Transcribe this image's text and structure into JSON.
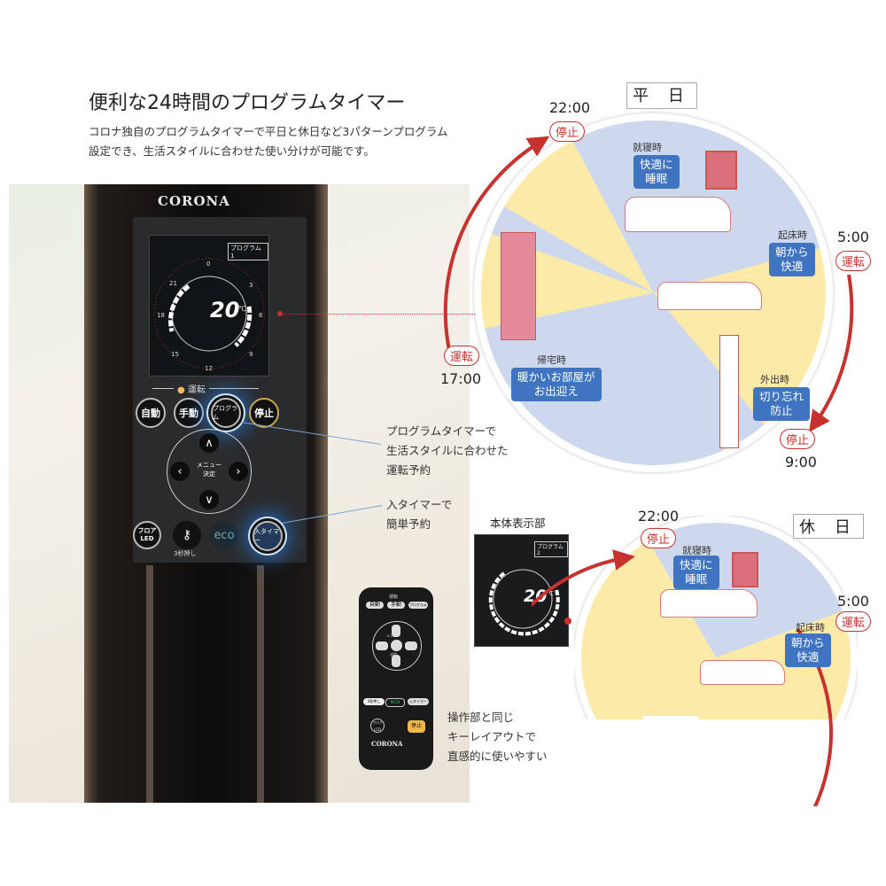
{
  "header": {
    "title": "便利な24時間のプログラムタイマー",
    "desc_line1": "コロナ独自のプログラムタイマーで平日と休日など3パターンプログラム",
    "desc_line2": "設定でき、生活スタイルに合わせた使い分けが可能です。"
  },
  "unit": {
    "brand": "CORONA",
    "display": {
      "program_label": "プログラム 1",
      "temperature": "20",
      "unit": "℃",
      "hours": [
        "0",
        "3",
        "6",
        "9",
        "12",
        "15",
        "18",
        "21"
      ]
    },
    "run_label": "運転",
    "buttons": {
      "auto": "自動",
      "manual": "手動",
      "program": "プログラム",
      "stop": "停止",
      "menu": "メニュー",
      "decide": "決定",
      "floor_led": "フロアLED",
      "eco": "eco",
      "timer": "入タイマー",
      "key_hold": "3秒押し"
    }
  },
  "notes": {
    "program_line1": "プログラムタイマーで",
    "program_line2": "生活スタイルに合わせた",
    "program_line3": "運転予約",
    "timer_line1": "入タイマーで",
    "timer_line2": "簡単予約",
    "remote_line1": "操作部と同じ",
    "remote_line2": "キーレイアウトで",
    "remote_line3": "直感的に使いやすい"
  },
  "remote": {
    "run": "運転",
    "auto": "自動",
    "manual": "手動",
    "program": "プログラム",
    "menu": "メニュー",
    "decide": "決定",
    "key_hold": "3秒押し",
    "eco": "eco",
    "timer": "入タイマー",
    "floor_led": "フロアLED",
    "stop": "停止",
    "brand": "CORONA"
  },
  "body_display": {
    "label": "本体表示部",
    "program_label": "プログラム2",
    "temperature": "20",
    "unit": "℃"
  },
  "weekday": {
    "label": "平 日",
    "times": {
      "t2200": "22:00",
      "t0500": "5:00",
      "t0900": "9:00",
      "t1700": "17:00"
    },
    "stop": "停止",
    "run": "運転",
    "scenes": [
      {
        "title": "就寝時",
        "line1": "快適に",
        "line2": "睡眠"
      },
      {
        "title": "起床時",
        "line1": "朝から",
        "line2": "快適"
      },
      {
        "title": "外出時",
        "line1": "切り忘れ",
        "line2": "防止"
      },
      {
        "title": "帰宅時",
        "line1": "暖かいお部屋が",
        "line2": "お出迎え"
      }
    ]
  },
  "holiday": {
    "label": "休 日",
    "times": {
      "t2200": "22:00",
      "t0500": "5:00"
    },
    "stop": "停止",
    "run": "運転",
    "scenes": [
      {
        "title": "就寝時",
        "line1": "快適に",
        "line2": "睡眠"
      },
      {
        "title": "起床時",
        "line1": "朝から",
        "line2": "快適"
      }
    ]
  },
  "colors": {
    "red": "#c8322e",
    "blue": "#3f74c0",
    "pie_blue": "#cdd8ef",
    "pie_yellow": "#fbeaa8"
  }
}
